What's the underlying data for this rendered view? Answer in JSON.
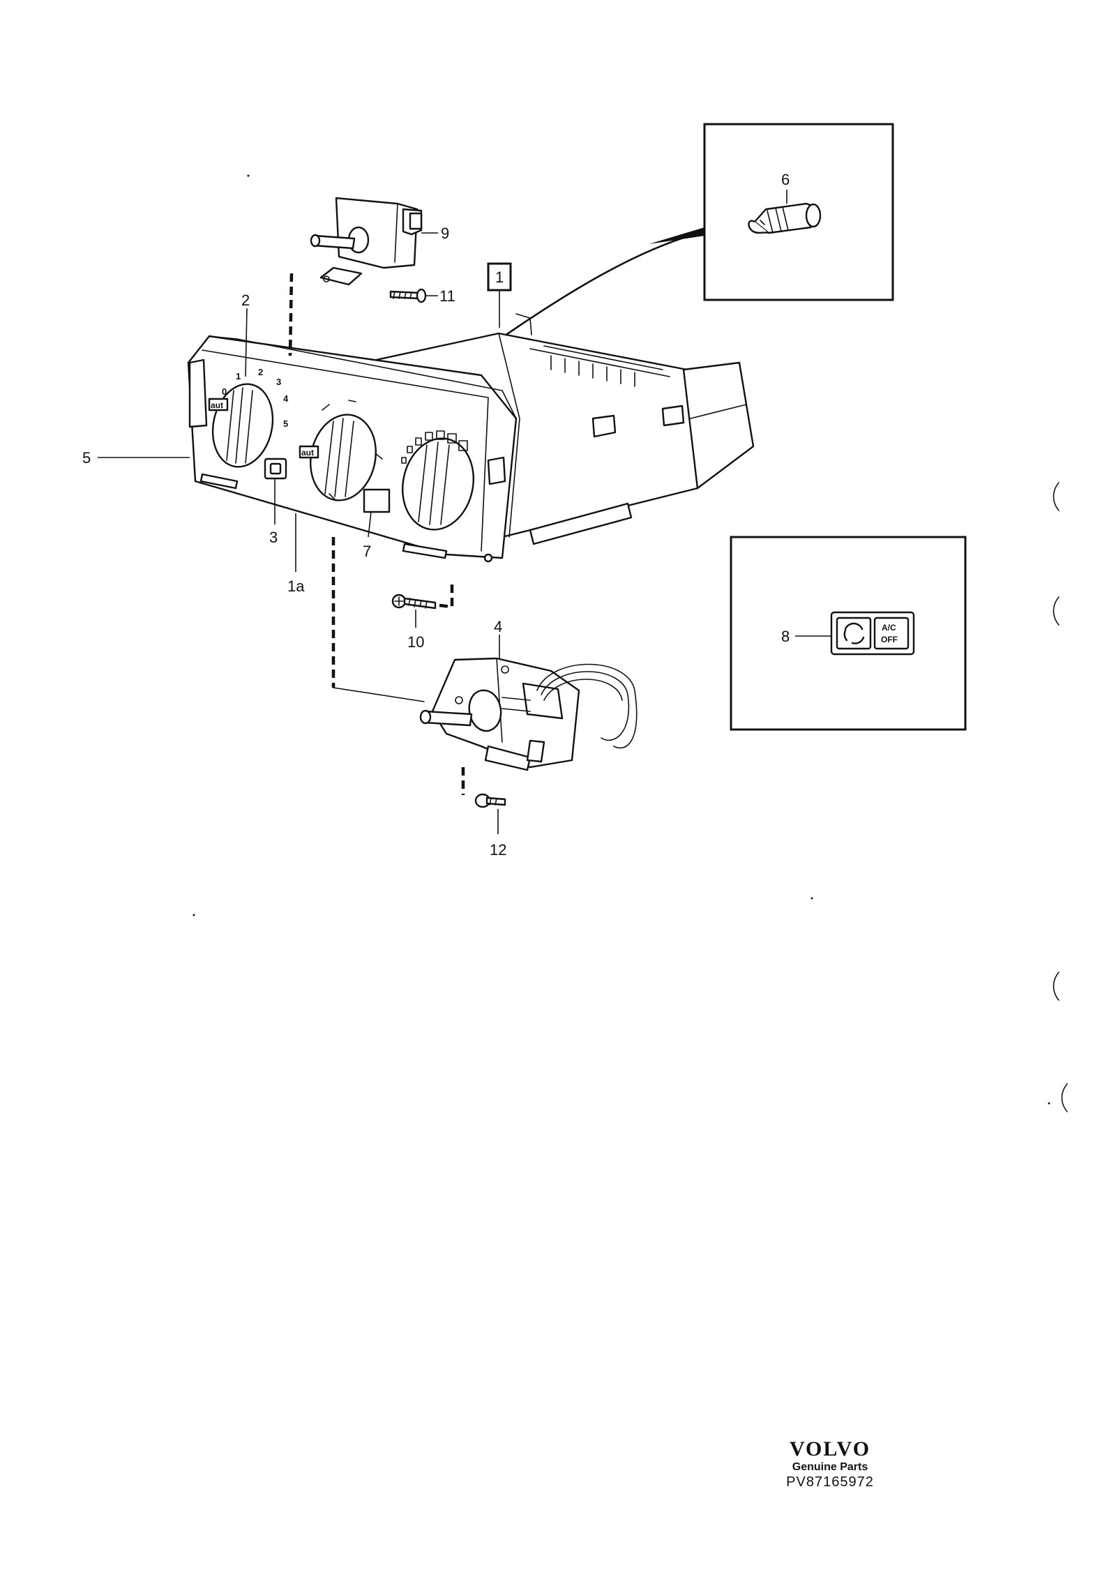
{
  "callouts": {
    "c1": "1",
    "c1a": "1a",
    "c2": "2",
    "c3": "3",
    "c4": "4",
    "c5": "5",
    "c6": "6",
    "c7": "7",
    "c8": "8",
    "c9": "9",
    "c10": "10",
    "c11": "11",
    "c12": "12"
  },
  "dial_fan": {
    "marks": [
      "0",
      "1",
      "2",
      "3",
      "4",
      "5"
    ],
    "tag": "aut"
  },
  "dial_mode": {
    "tag": "aut"
  },
  "switch_panel": {
    "ac_line1": "A/C",
    "ac_line2": "OFF"
  },
  "brand": {
    "logo": "VOLVO",
    "tagline": "Genuine Parts",
    "code": "PV8716597​2"
  }
}
